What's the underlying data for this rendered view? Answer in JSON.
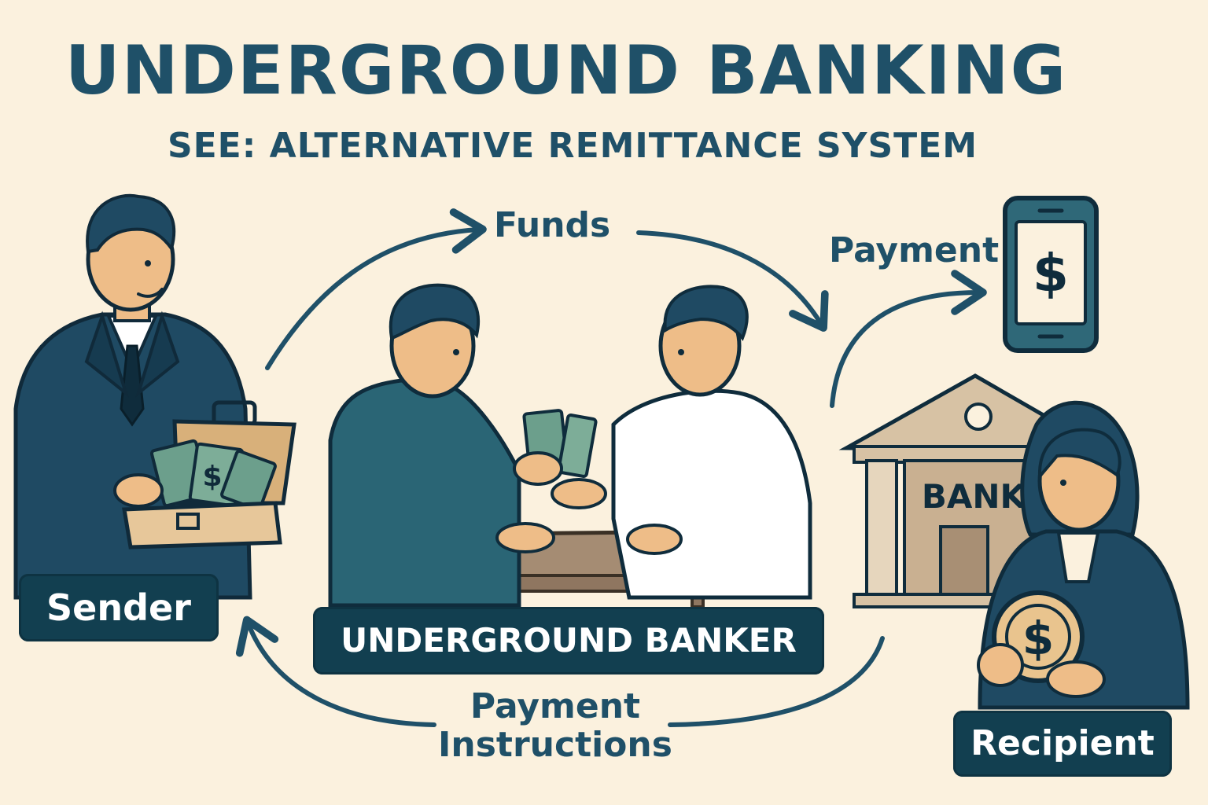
{
  "header": {
    "title": "UNDERGROUND BANKING",
    "subtitle": "SEE: ALTERNATIVE REMITTANCE SYSTEM"
  },
  "flow": {
    "funds": "Funds",
    "payment": "Payment",
    "payment_instructions_line1": "Payment",
    "payment_instructions_line2": "Instructions"
  },
  "actors": {
    "sender": "Sender",
    "banker": "UNDERGROUND BANKER",
    "recipient": "Recipient"
  },
  "icons": {
    "bank_sign": "BANK",
    "phone_symbol": "$",
    "coin_symbol": "$",
    "cash_symbol": "$"
  },
  "colors": {
    "background": "#fbf1de",
    "navy": "#1f5068",
    "dark_tag": "#123f50",
    "skin": "#eebd88",
    "cash_green": "#6c9f8c",
    "case_tan": "#e7c79a"
  }
}
